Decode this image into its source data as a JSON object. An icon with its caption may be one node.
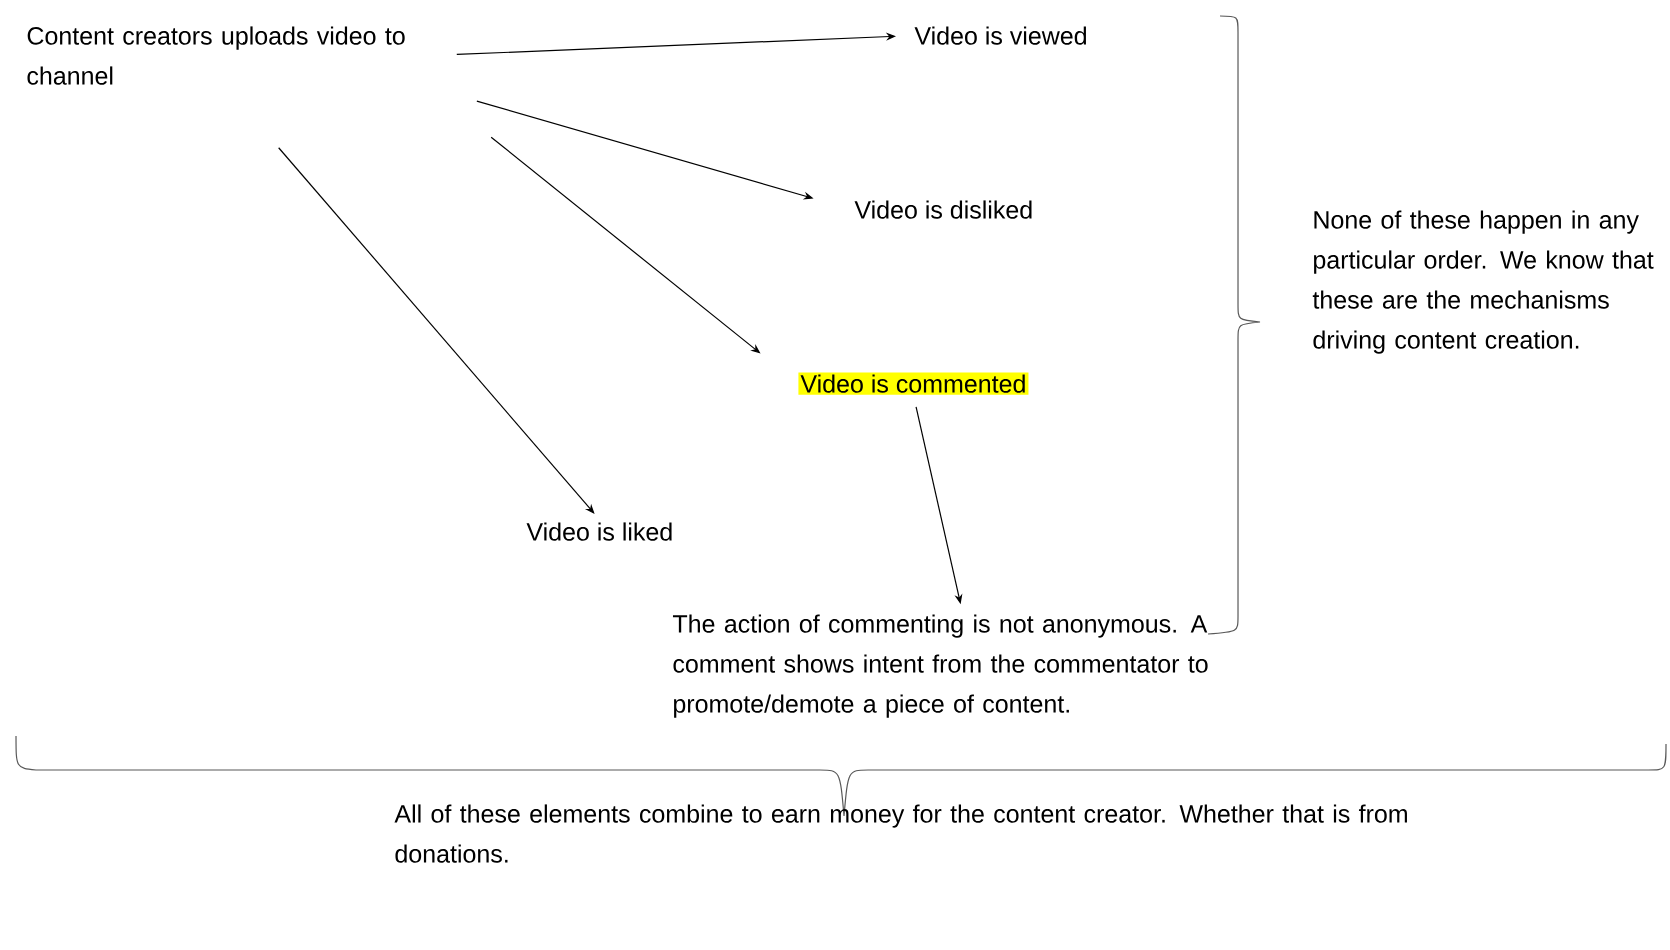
{
  "diagram": {
    "nodes": [
      {
        "text": [
          "Content creators uploads video to channel"
        ]
      },
      {
        "text": [
          "Video is viewed"
        ]
      },
      {
        "text": [
          "Video is disliked"
        ]
      },
      {
        "text": [
          "Video is commented"
        ]
      },
      {
        "text": [
          "Video is liked"
        ]
      },
      {
        "text": [
          "The action of commenting is not anonymous. A comment shows intent from the commentator to promote/demote a piece of content."
        ]
      }
    ],
    "edges": [
      {
        "from": 0,
        "to": 1,
        "arrow": "to"
      },
      {
        "from": 0,
        "to": 2,
        "arrow": "to"
      },
      {
        "from": 0,
        "to": 3,
        "arrow": "to"
      },
      {
        "from": 0,
        "to": 4,
        "arrow": "to"
      },
      {
        "from": 3,
        "to": 5,
        "arrow": "to"
      }
    ],
    "labels": [
      "None of these happen in any particular order. We know that these are the mechanisms driving content creation.",
      "All of these elements combine to earn money for the content creator. Whether that is from donations."
    ]
  }
}
